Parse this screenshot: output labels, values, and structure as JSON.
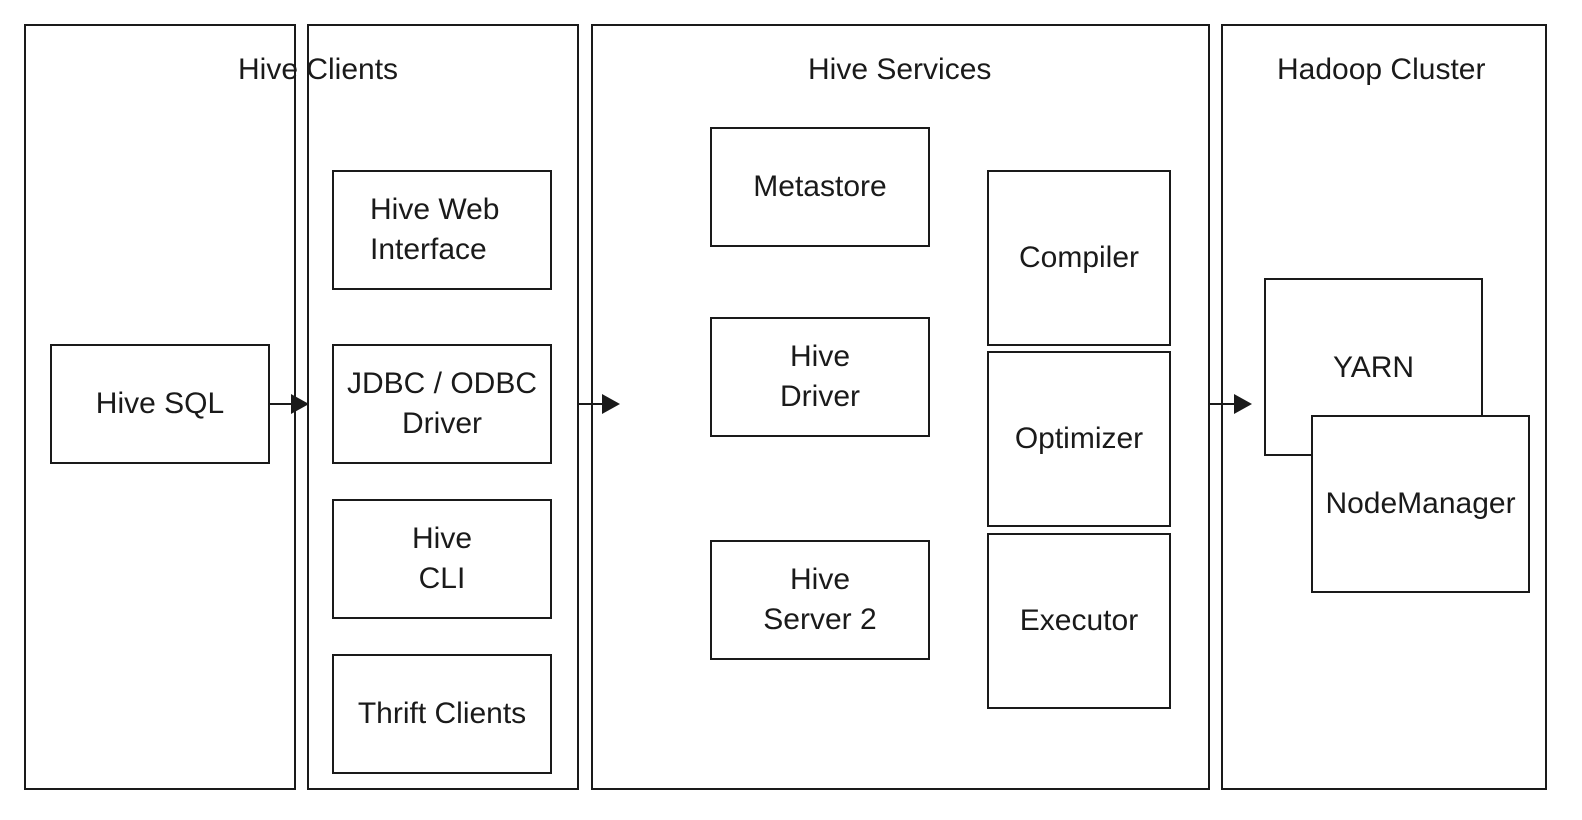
{
  "panels": {
    "hive_clients": {
      "title": "Hive Clients"
    },
    "hive_services": {
      "title": "Hive Services"
    },
    "hadoop_cluster": {
      "title": "Hadoop Cluster"
    }
  },
  "nodes": {
    "hive_sql": "Hive SQL",
    "web_interface": "Hive Web\nInterface",
    "jdbc_odbc": "JDBC / ODBC\nDriver",
    "hive_cli": "Hive\nCLI",
    "thrift_clients": "Thrift Clients",
    "metastore": "Metastore",
    "hive_driver": "Hive\nDriver",
    "hive_server2": "Hive\nServer 2",
    "compiler": "Compiler",
    "optimizer": "Optimizer",
    "executor": "Executor",
    "yarn": "YARN",
    "nodemanager": "NodeManager"
  },
  "colors": {
    "stroke": "#1a1a1a",
    "background": "#ffffff"
  }
}
